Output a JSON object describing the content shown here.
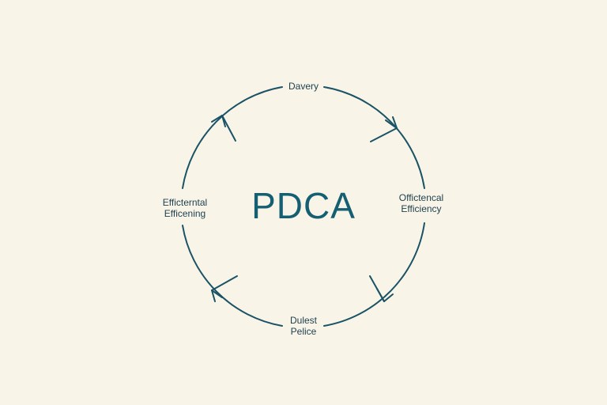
{
  "diagram": {
    "center_label": "PDCA",
    "colors": {
      "background": "#f8f4e8",
      "stroke": "#1b5366",
      "title": "#155f73",
      "text": "#1e3f4d"
    },
    "stages": {
      "top": {
        "line1": "Davery"
      },
      "right": {
        "line1": "Offictencal",
        "line2": "Efficiency"
      },
      "bottom": {
        "line1": "Dulest",
        "line2": "Pelice"
      },
      "left": {
        "line1": "Efficterntal",
        "line2": "Efficening"
      }
    },
    "flow_direction": "clockwise"
  }
}
